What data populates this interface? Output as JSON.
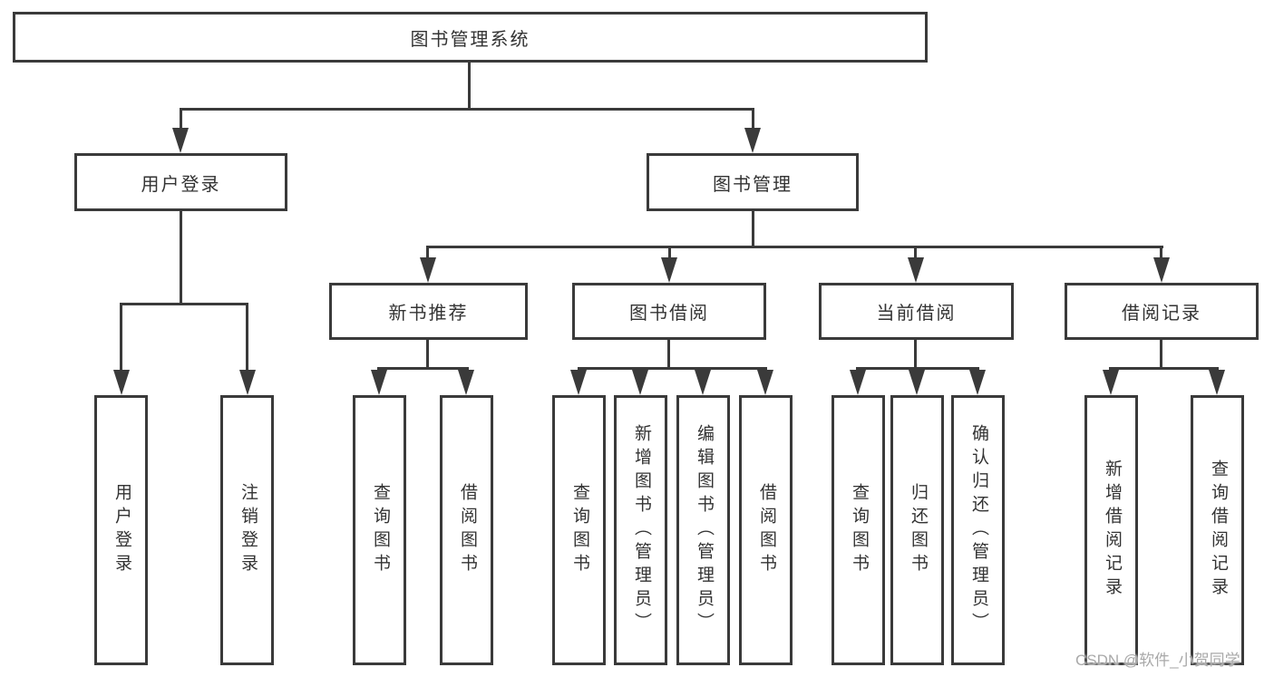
{
  "tree": {
    "root": {
      "label": "图书管理系统"
    },
    "branches": [
      {
        "label": "用户登录",
        "children": [
          {
            "label": "用户登录"
          },
          {
            "label": "注销登录"
          }
        ]
      },
      {
        "label": "图书管理",
        "children": [
          {
            "label": "新书推荐",
            "children": [
              {
                "label": "查询图书"
              },
              {
                "label": "借阅图书"
              }
            ]
          },
          {
            "label": "图书借阅",
            "children": [
              {
                "label": "查询图书"
              },
              {
                "label": "新增图书（管理员）"
              },
              {
                "label": "编辑图书（管理员）"
              },
              {
                "label": "借阅图书"
              }
            ]
          },
          {
            "label": "当前借阅",
            "children": [
              {
                "label": "查询图书"
              },
              {
                "label": "归还图书"
              },
              {
                "label": "确认归还（管理员）"
              }
            ]
          },
          {
            "label": "借阅记录",
            "children": [
              {
                "label": "新增借阅记录"
              },
              {
                "label": "查询借阅记录"
              }
            ]
          }
        ]
      }
    ]
  },
  "watermark": {
    "text": "CSDN @软件_小贺同学"
  },
  "colors": {
    "line": "#3a3a3a",
    "text": "#333333",
    "background": "#ffffff",
    "box_fill": "#ffffff",
    "watermark": "#a9a9a9"
  }
}
